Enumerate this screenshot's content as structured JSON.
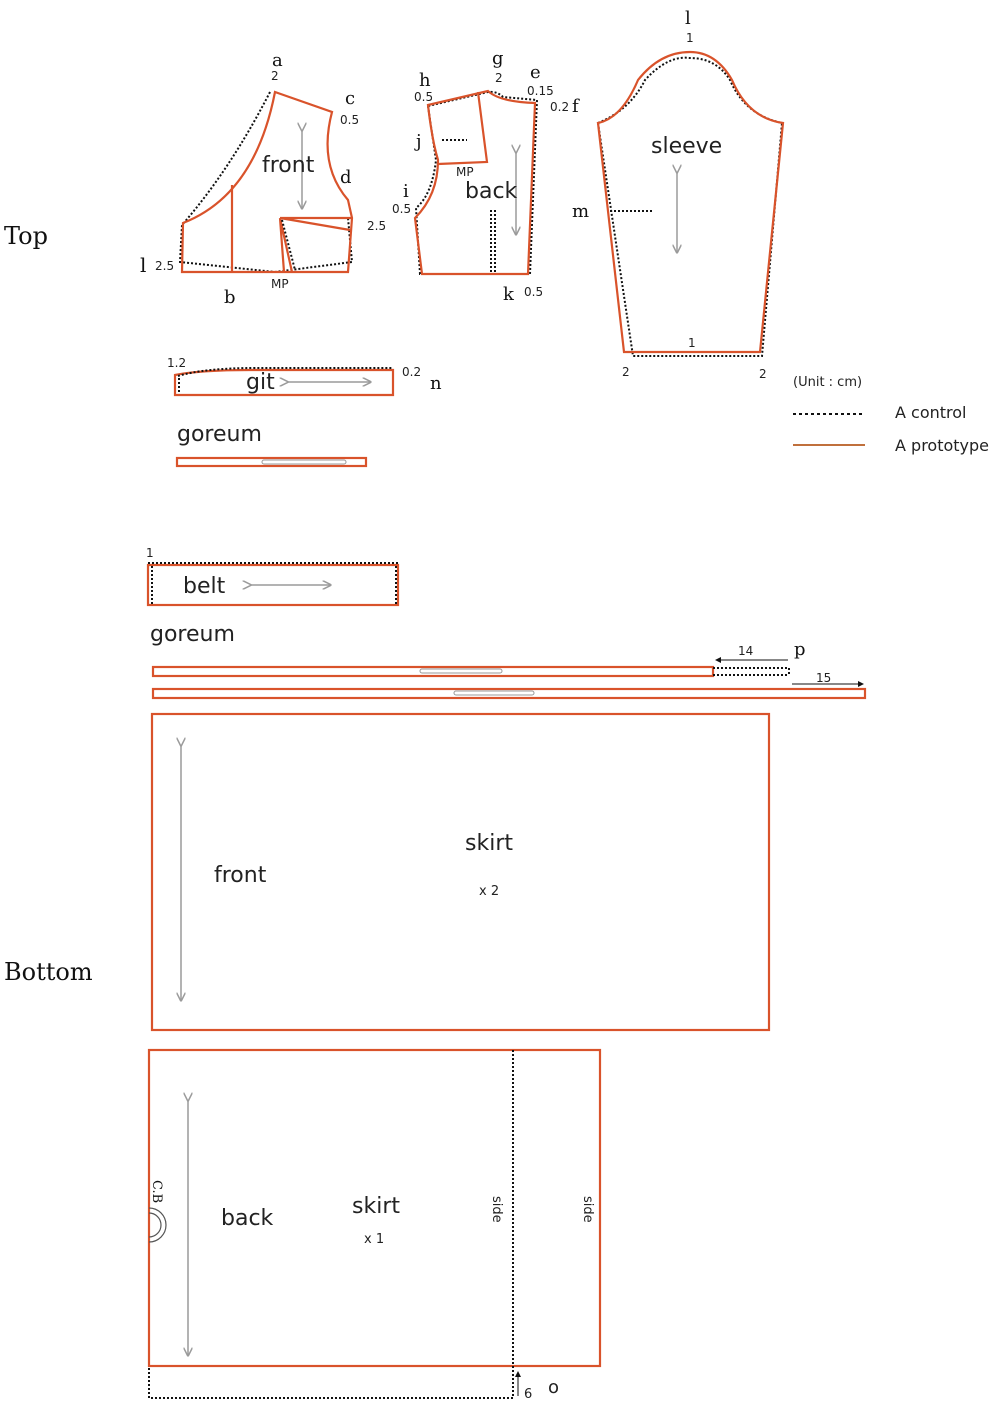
{
  "sections": {
    "top": "Top",
    "bottom": "Bottom"
  },
  "top": {
    "front": {
      "name": "front",
      "points": {
        "a": "a",
        "b": "b",
        "c": "c",
        "d": "d",
        "l": "l"
      },
      "values": {
        "a": "2",
        "c": "0.5",
        "d_dart": "2.5",
        "l": "2.5",
        "mp": "MP"
      }
    },
    "back": {
      "name": "back",
      "points": {
        "e": "e",
        "f": "f",
        "g": "g",
        "h": "h",
        "i": "i",
        "j": "j",
        "k": "k"
      },
      "values": {
        "e": "0.15",
        "f": "0.2",
        "g": "2",
        "h": "0.5",
        "i": "0.5",
        "k": "0.5",
        "mp": "MP"
      }
    },
    "sleeve": {
      "name": "sleeve",
      "points": {
        "l": "l",
        "m": "m"
      },
      "values": {
        "top": "1",
        "hem": "1",
        "left": "2",
        "right": "2"
      }
    },
    "git": {
      "name": "git",
      "point": "n",
      "values": {
        "left": "1.2",
        "right": "0.2"
      }
    },
    "goreum": {
      "name": "goreum"
    }
  },
  "legend": {
    "unit": "(Unit : cm)",
    "items": [
      {
        "style": "dotted",
        "label": "A  control",
        "color": "#111111"
      },
      {
        "style": "solid",
        "label": "A  prototype",
        "color": "#d9532b"
      }
    ]
  },
  "bottom": {
    "belt": {
      "name": "belt",
      "value": "1"
    },
    "goreum": {
      "name": "goreum",
      "point": "p",
      "values": {
        "short": "14",
        "long": "15"
      }
    },
    "front_skirt": {
      "name": "front",
      "title": "skirt",
      "count": "x 2"
    },
    "back_skirt": {
      "name": "back",
      "title": "skirt",
      "count": "x 1",
      "cb": "C.B",
      "side_left": "side",
      "side_right": "side",
      "point": "o",
      "value": "6"
    }
  },
  "colors": {
    "prototype": "#d9532b",
    "control": "#111111",
    "grain": "#9a9a9a"
  }
}
